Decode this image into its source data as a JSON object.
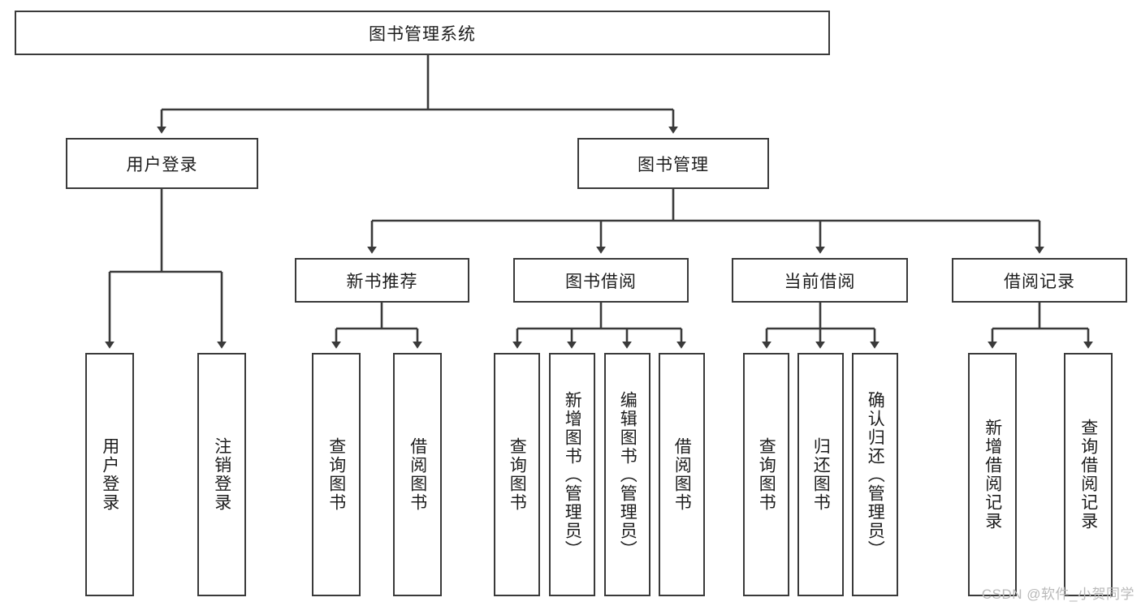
{
  "diagram": {
    "title": "图书管理系统",
    "type": "tree",
    "root": {
      "label": "图书管理系统"
    },
    "level2": [
      {
        "label": "用户登录"
      },
      {
        "label": "图书管理"
      }
    ],
    "level3": [
      {
        "label": "新书推荐"
      },
      {
        "label": "图书借阅"
      },
      {
        "label": "当前借阅"
      },
      {
        "label": "借阅记录"
      }
    ],
    "leaves": {
      "user_login": [
        {
          "label": "用户登录"
        },
        {
          "label": "注销登录"
        }
      ],
      "new_book": [
        {
          "label": "查询图书"
        },
        {
          "label": "借阅图书"
        }
      ],
      "book_borrow": [
        {
          "label": "查询图书"
        },
        {
          "label": "新增图书（管理员）"
        },
        {
          "label": "编辑图书（管理员）"
        },
        {
          "label": "借阅图书"
        }
      ],
      "current_borrow": [
        {
          "label": "查询图书"
        },
        {
          "label": "归还图书"
        },
        {
          "label": "确认归还（管理员）"
        }
      ],
      "borrow_record": [
        {
          "label": "新增借阅记录"
        },
        {
          "label": "查询借阅记录"
        }
      ]
    }
  },
  "watermark": {
    "text": "CSDN @软件_小贺同学"
  },
  "colors": {
    "stroke": "#3a3a3a",
    "text": "#1d1d1d",
    "background": "#ffffff",
    "watermark": "#b9b9b9"
  }
}
